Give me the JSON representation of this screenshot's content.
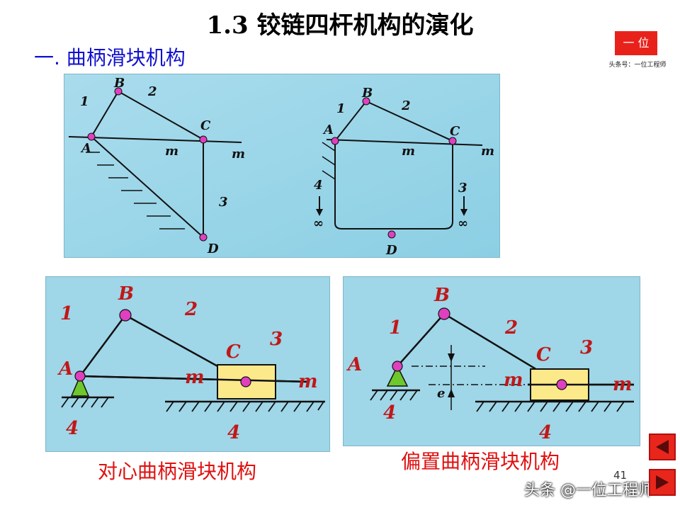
{
  "slide": {
    "title": "1.3 铰链四杆机构的演化",
    "section": "一. 曲柄滑块机构",
    "logo": {
      "text": "一 位",
      "subtitle": "头条号：一位工程师"
    },
    "page_number": "41",
    "watermark": "头条 @一位工程师"
  },
  "figures": {
    "top_left": {
      "labels": [
        "B",
        "1",
        "2",
        "C",
        "A",
        "m",
        "m",
        "3",
        "D"
      ]
    },
    "top_right": {
      "labels": [
        "B",
        "1",
        "2",
        "A",
        "C",
        "m",
        "m",
        "4",
        "∞",
        "3",
        "∞",
        "D"
      ]
    },
    "bottom_left": {
      "labels": [
        "B",
        "1",
        "2",
        "C",
        "3",
        "A",
        "m",
        "m",
        "4",
        "4"
      ],
      "caption": "对心曲柄滑块机构"
    },
    "bottom_right": {
      "labels": [
        "B",
        "1",
        "2",
        "C",
        "3",
        "A",
        "m",
        "m",
        "4",
        "4",
        "e"
      ],
      "caption": "偏置曲柄滑块机构"
    }
  },
  "colors": {
    "accent_red": "#e01010",
    "section_blue": "#1010d0",
    "panel_bg": "#9fd6e8",
    "joint_magenta": "#e040c0",
    "slider_yellow": "#fbe98a"
  }
}
